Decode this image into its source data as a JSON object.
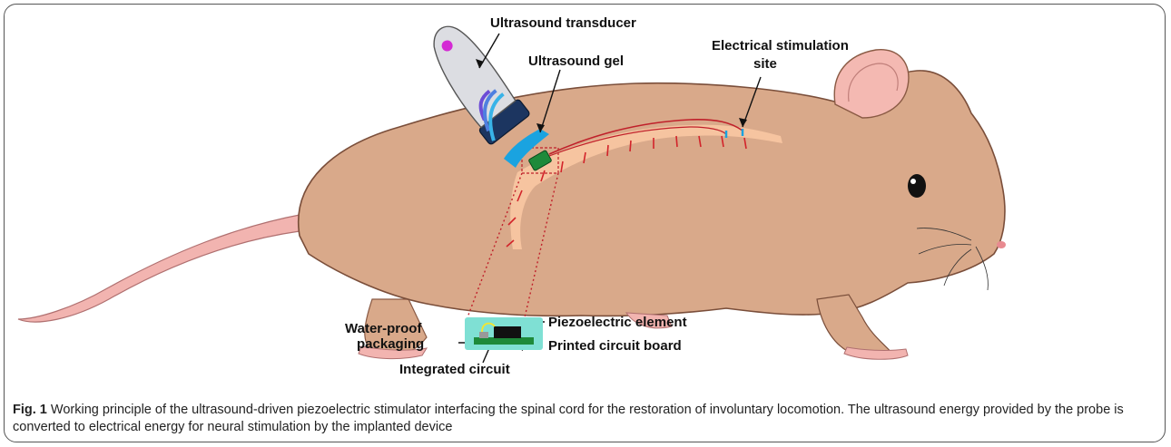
{
  "labels": {
    "ultrasound_transducer": "Ultrasound transducer",
    "ultrasound_gel": "Ultrasound gel",
    "electrical_stimulation_site_line1": "Electrical stimulation",
    "electrical_stimulation_site_line2": "site",
    "water_proof_line1": "Water-proof",
    "water_proof_line2": "packaging",
    "piezoelectric_element": "Piezoelectric element",
    "printed_circuit_board": "Printed circuit board",
    "integrated_circuit": "Integrated circuit"
  },
  "caption": {
    "fig_label": "Fig. 1",
    "text": " Working principle of the ultrasound-driven piezoelectric stimulator interfacing the spinal cord for the restoration of involuntary locomotion. The ultrasound energy provided by the probe is converted to electrical energy for neural stimulation by the implanted device"
  },
  "colors": {
    "fur": "#d9a98a",
    "spinal_cord": "#f6c4a0",
    "wire": "#c0202a",
    "gel": "#1aa3e0",
    "packaging": "#7fe0d4",
    "pcb": "#1e8a3a"
  }
}
